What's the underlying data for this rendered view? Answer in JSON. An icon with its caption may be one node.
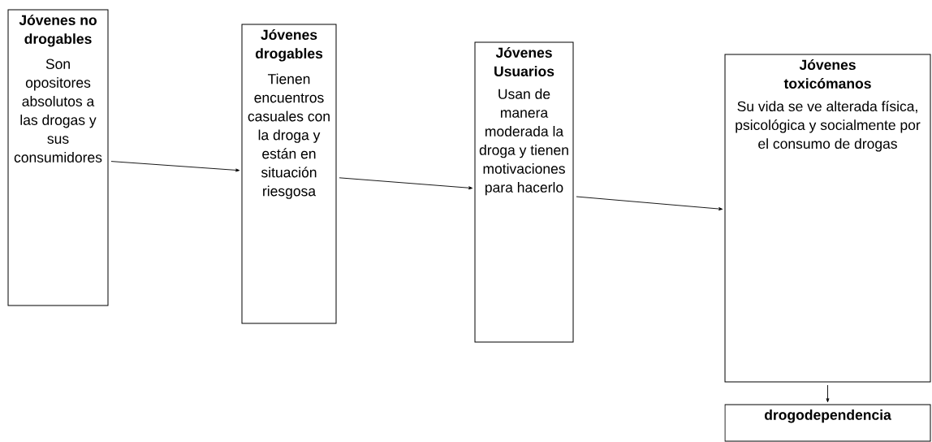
{
  "diagram": {
    "nodes": [
      {
        "text": [
          "Jóvenes no drogables",
          "Son opositores absolutos a las drogas y sus consumidores"
        ]
      },
      {
        "text": [
          "Jóvenes drogables",
          "Tienen encuentros casuales con la droga y están en situación riesgosa"
        ]
      },
      {
        "text": [
          "Jóvenes Usuarios",
          "Usan de manera moderada la droga y tienen motivaciones para hacerlo"
        ]
      },
      {
        "text": [
          "Jóvenes toxicómanos",
          "Su vida se ve alterada física, psicológica y socialmente por el consumo de drogas"
        ]
      },
      {
        "text": [
          "drogodependencia"
        ]
      }
    ],
    "edges": [
      {
        "from": 0,
        "to": 1,
        "arrow": "to"
      },
      {
        "from": 1,
        "to": 2,
        "arrow": "to"
      },
      {
        "from": 2,
        "to": 3,
        "arrow": "to"
      },
      {
        "from": 3,
        "to": 4,
        "arrow": "to"
      }
    ]
  }
}
